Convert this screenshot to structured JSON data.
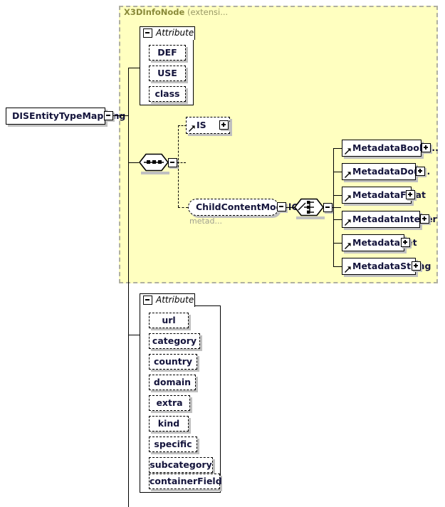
{
  "diagram": {
    "type": "xml-schema-tree",
    "root": {
      "label": "DISEntityTypeMapping",
      "toggle": "minus"
    },
    "extension_region": {
      "title_strong": "X3DInfoNode",
      "title_rest": " (extensi...",
      "background": "#ffffc0",
      "border": "#b0b0a0"
    },
    "attribute_group_top": {
      "header": "Attribute",
      "toggle": "minus",
      "items": [
        {
          "label": "DEF"
        },
        {
          "label": "USE"
        },
        {
          "label": "class"
        }
      ]
    },
    "sequence": {
      "symbol": "sequence",
      "toggle": "minus"
    },
    "is_node": {
      "label": "IS",
      "toggle": "plus",
      "style": "dashed",
      "has_ref_arrow": true
    },
    "child_content_model": {
      "label": "ChildContentModelC...",
      "sublabel": "metad...",
      "toggle": "minus",
      "style": "group-dashed-rounded"
    },
    "choice": {
      "symbol": "choice",
      "toggle": "minus"
    },
    "metadata_nodes": [
      {
        "label": "MetadataBoole...",
        "toggle": "plus",
        "width": 112
      },
      {
        "label": "MetadataDou...",
        "toggle": "plus",
        "width": 104
      },
      {
        "label": "MetadataFloat",
        "toggle": "plus",
        "width": 98
      },
      {
        "label": "MetadataInteger",
        "toggle": "plus",
        "width": 110
      },
      {
        "label": "MetadataSet",
        "toggle": "plus",
        "width": 88
      },
      {
        "label": "MetadataString",
        "toggle": "plus",
        "width": 104
      }
    ],
    "attribute_group_bottom": {
      "header": "Attribute",
      "toggle": "minus",
      "items": [
        {
          "label": "url",
          "width": 56
        },
        {
          "label": "category",
          "width": 72
        },
        {
          "label": "country",
          "width": 68
        },
        {
          "label": "domain",
          "width": 66
        },
        {
          "label": "extra",
          "width": 58
        },
        {
          "label": "kind",
          "width": 56
        },
        {
          "label": "specific",
          "width": 68
        },
        {
          "label": "subcategory",
          "width": 90
        },
        {
          "label": "containerField",
          "width": 100
        }
      ]
    }
  }
}
